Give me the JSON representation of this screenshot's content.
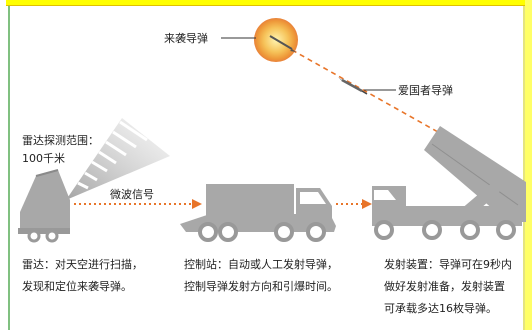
{
  "labels": {
    "incoming_missile": "来袭导弹",
    "patriot_missile": "爱国者导弹",
    "radar_range_line1": "雷达探测范围：",
    "radar_range_line2": "100千米",
    "microwave_signal": "微波信号"
  },
  "captions": {
    "radar": "雷达：对天空进行扫描，\n发现和定位来袭导弹。",
    "control_station": "控制站：自动或人工发射导弹，\n控制导弹发射方向和引爆时间。",
    "launcher": "发射装置：导弹可在9秒内\n做好发射准备，发射装置\n可承载多达16枚导弹。"
  },
  "colors": {
    "frame_top": "#ffff00",
    "frame_left": "#008000",
    "frame_right": "#cccc00",
    "vehicle_gray": "#a8a8a8",
    "dashed_line": "#e8752a",
    "fireball": "#f0b050",
    "text": "#222222"
  }
}
